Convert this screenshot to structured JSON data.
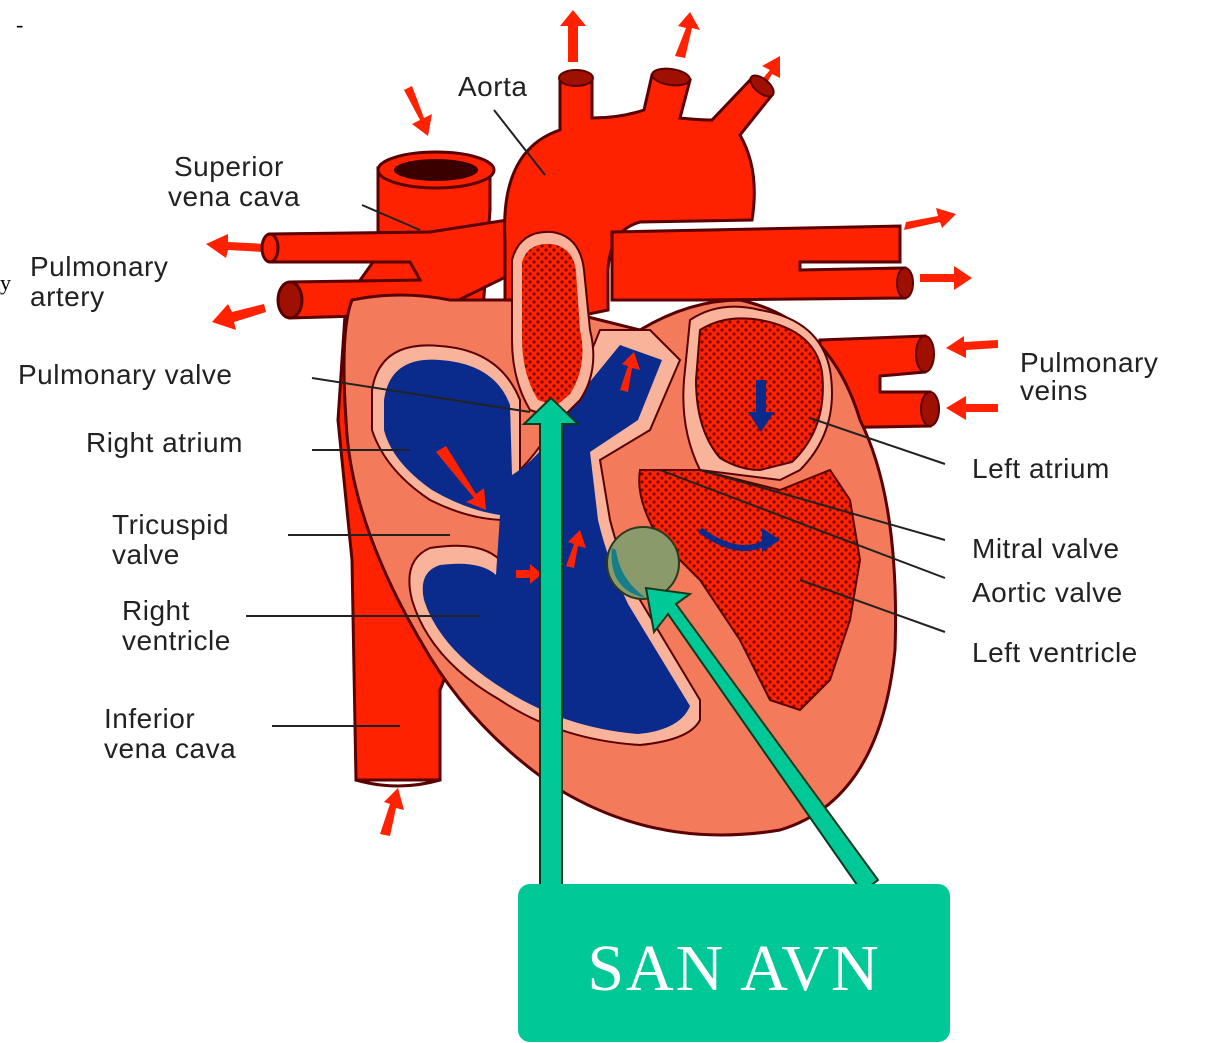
{
  "labels": {
    "aorta": "Aorta",
    "superior_vena_cava": [
      "Superior",
      "vena cava"
    ],
    "pulmonary_artery": [
      "Pulmonary",
      "artery"
    ],
    "pulmonary_valve": "Pulmonary valve",
    "right_atrium": "Right atrium",
    "tricuspid_valve": [
      "Tricuspid",
      "valve"
    ],
    "right_ventricle": [
      "Right",
      "ventricle"
    ],
    "inferior_vena_cava": [
      "Inferior",
      "vena cava"
    ],
    "pulmonary_veins": [
      "Pulmonary",
      "veins"
    ],
    "left_atrium": "Left atrium",
    "mitral_valve": "Mitral valve",
    "aortic_valve": "Aortic valve",
    "left_ventricle": "Left ventricle"
  },
  "edge_fragments": {
    "top": "-",
    "left": "y"
  },
  "callout": {
    "text": "SAN  AVN",
    "color": "#00c896"
  },
  "colors": {
    "oxygenated": "#ff2200",
    "deoxygenated": "#0a2a8c",
    "muscle": "#f47a5c",
    "lining": "#f8b39a",
    "node": "#8a9a6a"
  }
}
